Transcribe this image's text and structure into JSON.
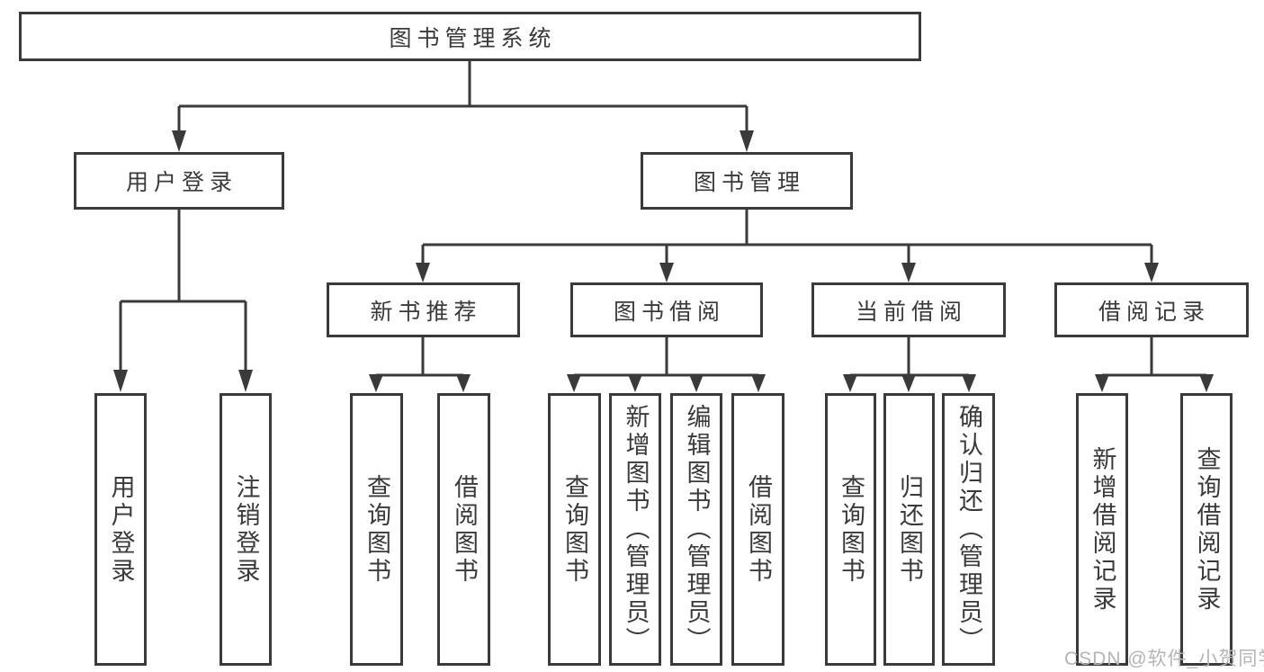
{
  "title": "图书管理系统",
  "branches": {
    "user_login": {
      "label": "用户登录",
      "children": {
        "login": "用户登录",
        "logout": "注销登录"
      }
    },
    "book_management": {
      "label": "图书管理",
      "children": {
        "new_book": {
          "label": "新书推荐",
          "children": {
            "query": "查询图书",
            "borrow": "借阅图书"
          }
        },
        "book_borrow": {
          "label": "图书借阅",
          "children": {
            "query": "查询图书",
            "add": "新增图书（管理员）",
            "edit": "编辑图书（管理员）",
            "borrow": "借阅图书"
          }
        },
        "current_borrow": {
          "label": "当前借阅",
          "children": {
            "query": "查询图书",
            "return": "归还图书",
            "confirm": "确认归还（管理员）"
          }
        },
        "borrow_records": {
          "label": "借阅记录",
          "children": {
            "add": "新增借阅记录",
            "query": "查询借阅记录"
          }
        }
      }
    }
  },
  "watermark": "CSDN @软件_小贺同学",
  "colors": {
    "line": "#3a3a3a",
    "text": "#3a3a3a",
    "watermark": "#b5b5b5",
    "background": "#ffffff"
  }
}
